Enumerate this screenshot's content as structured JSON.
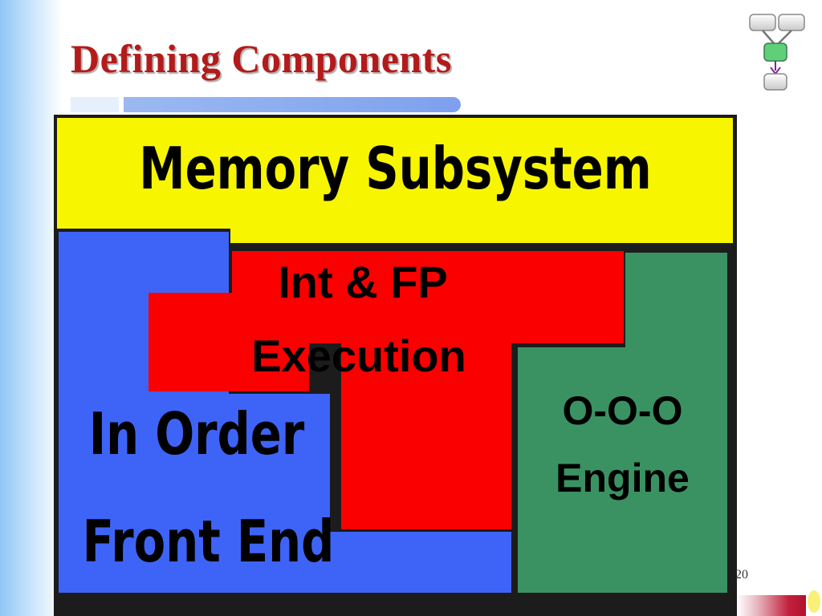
{
  "slide": {
    "title": "Defining Components",
    "page_number": "20"
  },
  "diagram": {
    "regions": {
      "memory_subsystem": {
        "label": "Memory Subsystem",
        "color": "#f7f500"
      },
      "execution": {
        "label_line1": "Int & FP",
        "label_line2": "Execution",
        "color": "#fa0000"
      },
      "ooo_engine": {
        "label_line1": "O-O-O",
        "label_line2": "Engine",
        "color": "#3a9262"
      },
      "front_end": {
        "label_line1": "In Order",
        "label_line2": "Front End",
        "color": "#3e64f7"
      }
    }
  },
  "icons": {
    "flow_icon": "flowchart-icon",
    "accent_arrow_color": "#7b2b8e",
    "accent_box_color": "#5fcf7a"
  }
}
